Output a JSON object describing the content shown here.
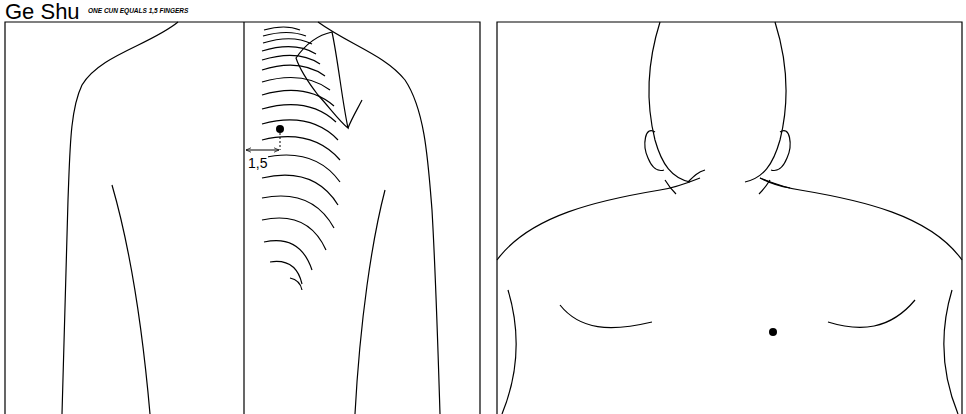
{
  "diagram": {
    "title": "Ge Shu",
    "labels": [
      "ONE CUN EQUALS 1,5 FINGERS",
      "1,5"
    ]
  }
}
